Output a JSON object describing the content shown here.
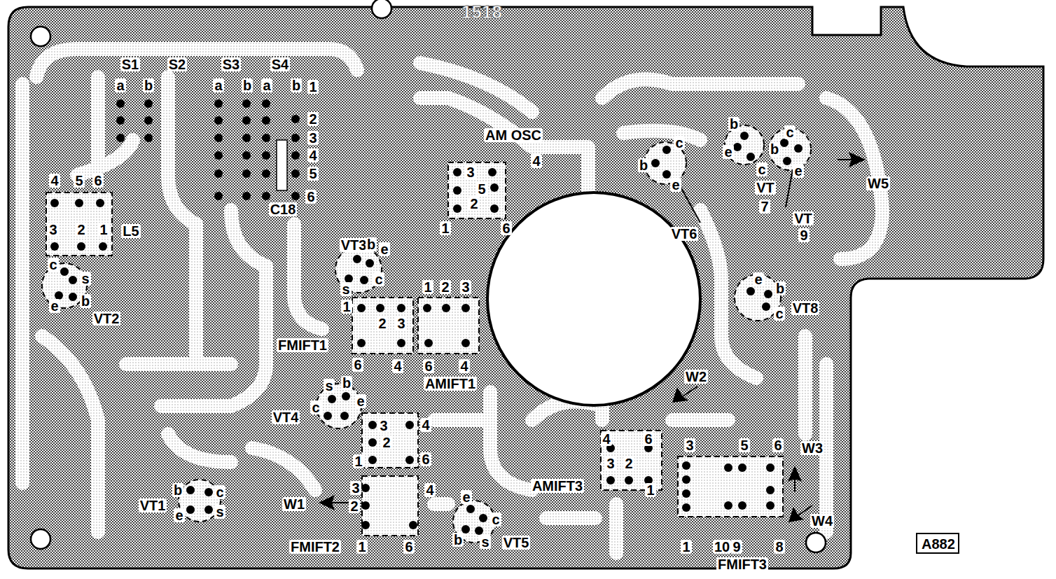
{
  "diagram": {
    "nodes": [
      {
        "text": [
          "A882"
        ]
      }
    ],
    "labels": [
      "1518",
      "S1",
      "S2",
      "S3",
      "S4",
      "a",
      "b",
      "a",
      "b",
      "a",
      "b",
      "1",
      "2",
      "3",
      "4",
      "5",
      "6",
      "C18",
      "AM OSC",
      "4",
      "3",
      "5",
      "2",
      "1",
      "6",
      "4",
      "5",
      "6",
      "3",
      "2",
      "1",
      "L5",
      "c",
      "s",
      "e",
      "b",
      "VT2",
      "VT3",
      "b",
      "e",
      "s",
      "c",
      "1",
      "2",
      "3",
      "FMIFT1",
      "6",
      "4",
      "1",
      "2",
      "3",
      "6",
      "4",
      "AMIFT1",
      "c",
      "b",
      "e",
      "VT6",
      "b",
      "e",
      "c",
      "b",
      "c",
      "e",
      "VT",
      "7",
      "VT",
      "9",
      "W5",
      "e",
      "b",
      "c",
      "VT8",
      "s",
      "b",
      "c",
      "e",
      "VT4",
      "3",
      "4",
      "2",
      "1",
      "6",
      "3",
      "4",
      "2",
      "W1",
      "FMIFT2",
      "1",
      "6",
      "b",
      "c",
      "e",
      "s",
      "VT1",
      "e",
      "c",
      "b",
      "s",
      "VT5",
      "W2",
      "4",
      "6",
      "3",
      "2",
      "1",
      "AMIFT3",
      "3",
      "5",
      "6",
      "W3",
      "1",
      "10",
      "9",
      "8",
      "FMIFT3",
      "W4"
    ]
  }
}
